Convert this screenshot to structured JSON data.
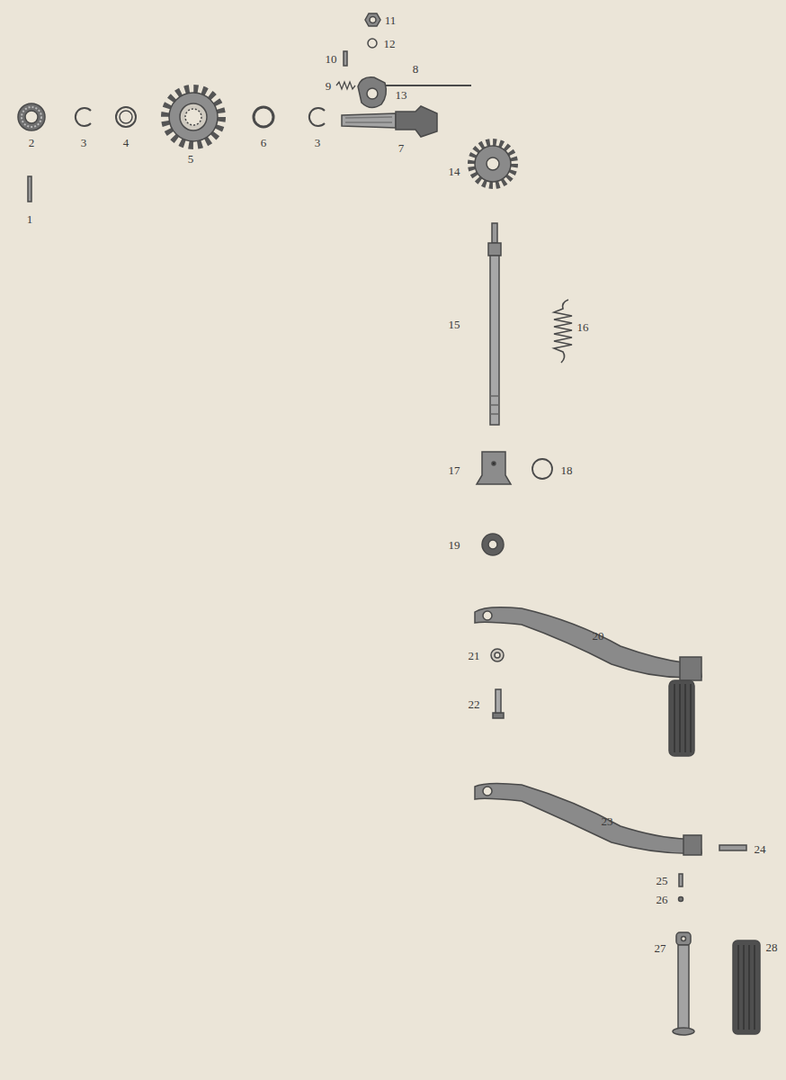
{
  "diagram": {
    "labels": [
      "11",
      "12",
      "10",
      "8",
      "9",
      "13",
      "2",
      "3",
      "4",
      "5",
      "6",
      "3",
      "7",
      "1",
      "14",
      "15",
      "16",
      "17",
      "18",
      "19",
      "20",
      "21",
      "22",
      "23",
      "24",
      "25",
      "26",
      "27",
      "28"
    ]
  }
}
